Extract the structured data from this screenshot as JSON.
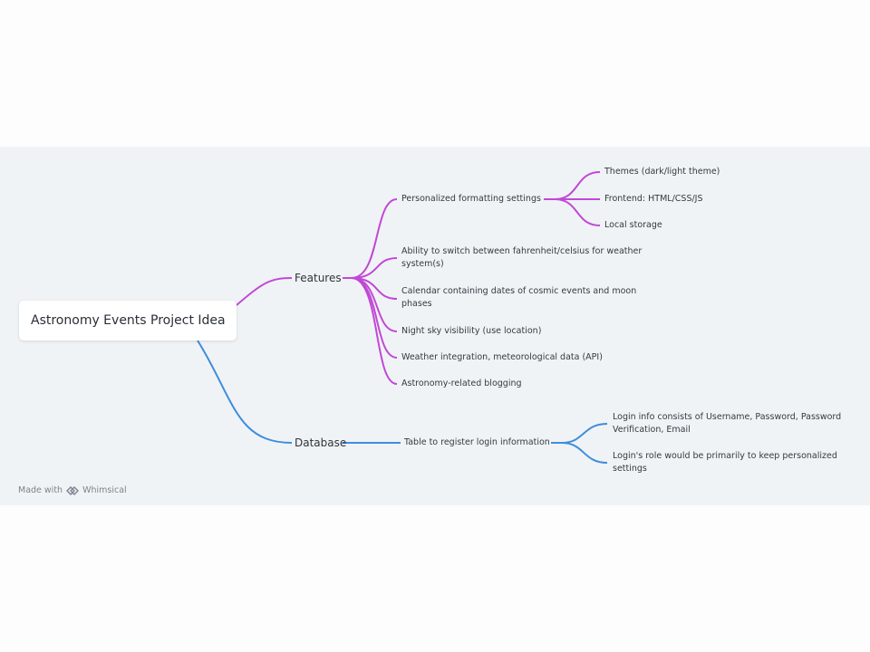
{
  "root": {
    "label": "Astronomy Events Project Idea"
  },
  "branches": [
    {
      "label": "Features",
      "color": "#c148d6",
      "children": [
        {
          "label": "Personalized formatting settings",
          "children": [
            {
              "label": "Themes (dark/light theme)"
            },
            {
              "label": "Frontend: HTML/CSS/JS"
            },
            {
              "label": "Local storage"
            }
          ]
        },
        {
          "label": "Ability to switch between fahrenheit/celsius for weather",
          "label2": "system(s)"
        },
        {
          "label": "Calendar containing dates of cosmic events and moon",
          "label2": "phases"
        },
        {
          "label": "Night sky visibility (use location)"
        },
        {
          "label": "Weather integration, meteorological data (API)"
        },
        {
          "label": "Astronomy-related blogging"
        }
      ]
    },
    {
      "label": "Database",
      "color": "#3e8ddd",
      "children": [
        {
          "label": "Table to register login information",
          "children": [
            {
              "label": "Login info consists of Username, Password, Password",
              "label2": "Verification, Email"
            },
            {
              "label": "Login's role would be primarily to keep personalized",
              "label2": "settings"
            }
          ]
        }
      ]
    }
  ],
  "watermark": {
    "prefix": "Made with",
    "brand": "Whimsical",
    "icon": "whimsical-logo-icon"
  }
}
